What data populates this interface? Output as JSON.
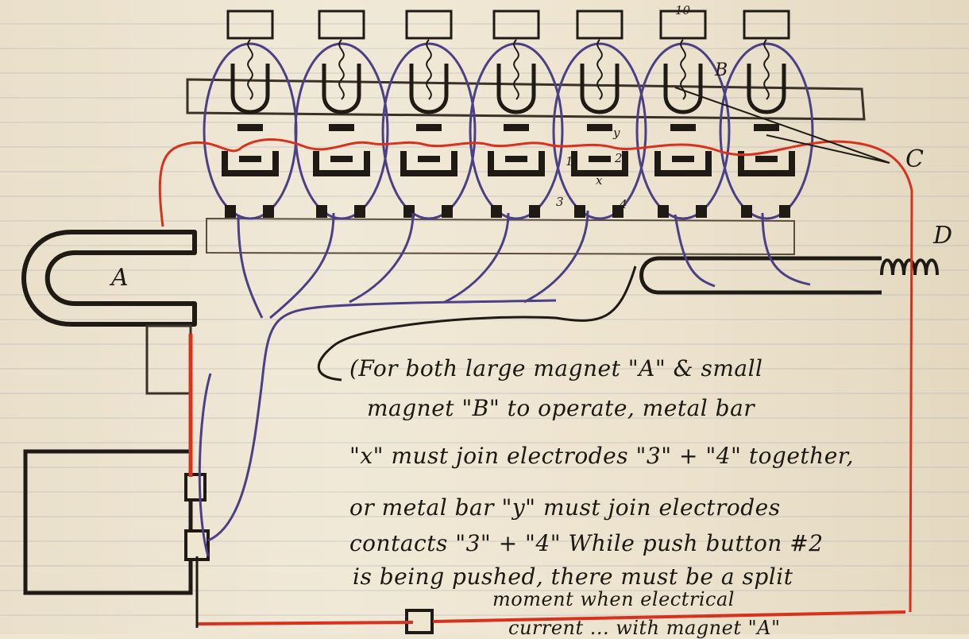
{
  "labels": {
    "magnet_a": "A",
    "magnet_b": "B",
    "label_c": "C",
    "coil_d": "D",
    "tube_top_note": "10",
    "contact_1": "1",
    "contact_2": "2",
    "contact_3": "3",
    "contact_4": "4",
    "bar_x": "x",
    "bar_y": "y"
  },
  "note_lines": [
    "(For both large magnet \"A\" & small",
    "magnet \"B\" to operate, metal bar",
    "\"x\" must join electrodes \"3\" + \"4\" together,",
    "or metal bar \"y\" must join electrodes",
    "contacts \"3\" + \"4\" While push button #2",
    "is being pushed, there must be a split",
    "moment when electrical",
    "current ... with magnet \"A\""
  ],
  "colors": {
    "ink": "#1f1a14",
    "purple_wire": "#4b3f86",
    "red_wire": "#d8321f",
    "paper": "#efe6d2"
  }
}
